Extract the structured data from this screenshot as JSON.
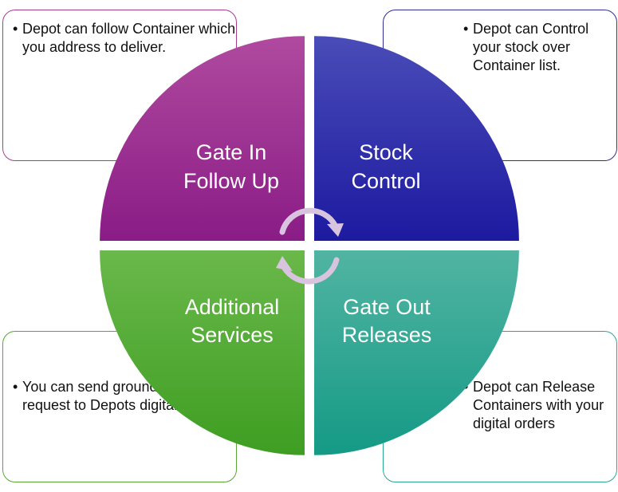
{
  "quadrants": {
    "top_left": {
      "line1": "Gate In",
      "line2": "Follow Up",
      "color_from": "#b04a9f",
      "color_to": "#8a1c86"
    },
    "top_right": {
      "line1": "Stock",
      "line2": "Control",
      "color_from": "#4a4cb8",
      "color_to": "#1d1aa0"
    },
    "bottom_left": {
      "line1": "Additional",
      "line2": "Services",
      "color_from": "#6ab84a",
      "color_to": "#3e9e22"
    },
    "bottom_right": {
      "line1": "Gate Out",
      "line2": "Releases",
      "color_from": "#52b4a2",
      "color_to": "#149a86"
    }
  },
  "cards": {
    "top_left": {
      "text": "Depot can follow Container which you address to deliver.",
      "border_color": "#a83c8c"
    },
    "top_right": {
      "text": "Depot can Control your stock over Container list.",
      "border_color": "#2e2e96"
    },
    "bottom_left": {
      "text": "You can send ground service request to Depots digitally.",
      "border_color": "#5aa632"
    },
    "bottom_right": {
      "text": "Depot can Release Containers with your digital orders",
      "border_color": "#2aa592"
    }
  },
  "cycle_arrows": {
    "color": "#d8c4de"
  }
}
